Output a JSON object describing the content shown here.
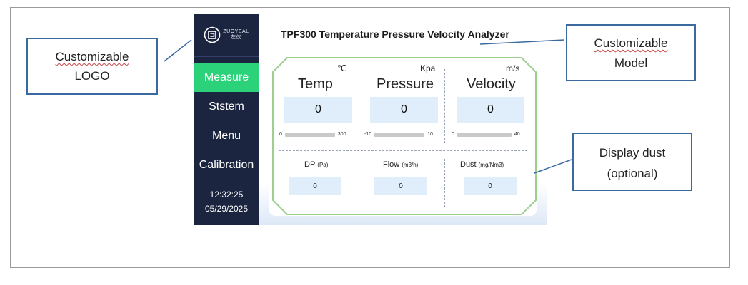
{
  "logo": {
    "line1": "ZUOYEAL",
    "line2": "左仪"
  },
  "sidebar": {
    "items": [
      {
        "label": "Measure",
        "active": true
      },
      {
        "label": "Ststem",
        "active": false
      },
      {
        "label": "Menu",
        "active": false
      },
      {
        "label": "Calibration",
        "active": false
      }
    ],
    "time": "12:32:25",
    "date": "05/29/2025"
  },
  "model_title": "TPF300 Temperature Pressure Velocity Analyzer",
  "readings": [
    {
      "label": "Temp",
      "unit": "℃",
      "value": "0",
      "min": "0",
      "max": "300"
    },
    {
      "label": "Pressure",
      "unit": "Kpa",
      "value": "0",
      "min": "-10",
      "max": "10"
    },
    {
      "label": "Velocity",
      "unit": "m/s",
      "value": "0",
      "min": "0",
      "max": "40"
    }
  ],
  "secondary": [
    {
      "label": "DP",
      "unit": "(Pa)",
      "value": "0"
    },
    {
      "label": "Flow",
      "unit": "(m3/h)",
      "value": "0"
    },
    {
      "label": "Dust",
      "unit": "(mg/Nm3)",
      "value": "0"
    }
  ],
  "callouts": {
    "logo": {
      "line1": "Customizable",
      "line2": "LOGO"
    },
    "model": {
      "line1": "Customizable",
      "line2": "Model"
    },
    "dust": {
      "line1": "Display dust",
      "line2": "(optional)"
    }
  },
  "colors": {
    "sidebar_bg": "#1c2540",
    "active_nav": "#2bd27a",
    "value_box": "#dfeefa",
    "octagon": "#9ccf8e",
    "callout_border": "#3a6aa0"
  }
}
